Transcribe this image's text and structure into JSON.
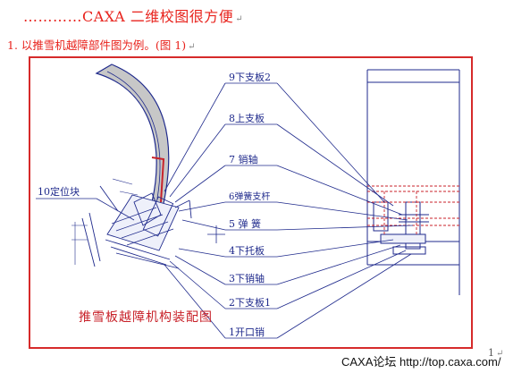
{
  "header": {
    "title": "…………CAXA 二维校图很方便",
    "subtitle": "1. 以推雪机越障部件图为例。(图 1)"
  },
  "drawing": {
    "part_labels": [
      "9下支板2",
      "8上支板",
      "7 销轴",
      "6弹簧支杆",
      "5 弹 簧",
      "4下托板",
      "3下销轴",
      "2下支板1",
      "1开口销"
    ],
    "left_label": "10定位块",
    "caption": "推雪板越障机构装配图",
    "page_mark": "1"
  },
  "footer": {
    "watermark": "CAXA论坛 http://top.caxa.com/"
  },
  "colors": {
    "heading": "#e8231d",
    "frame": "#d62a2a",
    "lines": "#1f2a8c"
  }
}
